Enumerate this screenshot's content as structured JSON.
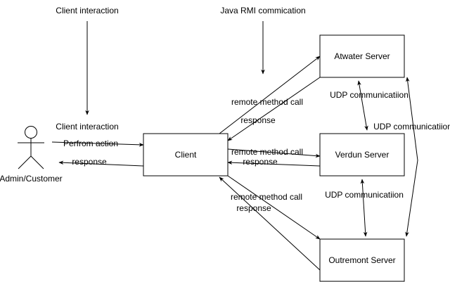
{
  "titles": {
    "client_interaction_top": "Client interaction",
    "java_rmi": "Java RMI commication",
    "client_interaction_mid": "Client interaction"
  },
  "actor": {
    "label": "Admin/Customer"
  },
  "nodes": {
    "client": "Client",
    "atwater": "Atwater Server",
    "verdun": "Verdun Server",
    "outremont": "Outremont Server"
  },
  "edge_labels": {
    "perform_action": "Perfrom action",
    "response_actor": "response",
    "remote_call_atwater": "remote method call",
    "response_atwater": "response",
    "remote_call_verdun": "remote method call",
    "response_verdun": "response",
    "remote_call_outremont": "remote method call",
    "response_outremont": "response",
    "udp_atwater_verdun": "UDP communicatiion",
    "udp_atwater_outremont": "UDP communicatiion",
    "udp_verdun_outremont": "UDP communicatiion"
  }
}
